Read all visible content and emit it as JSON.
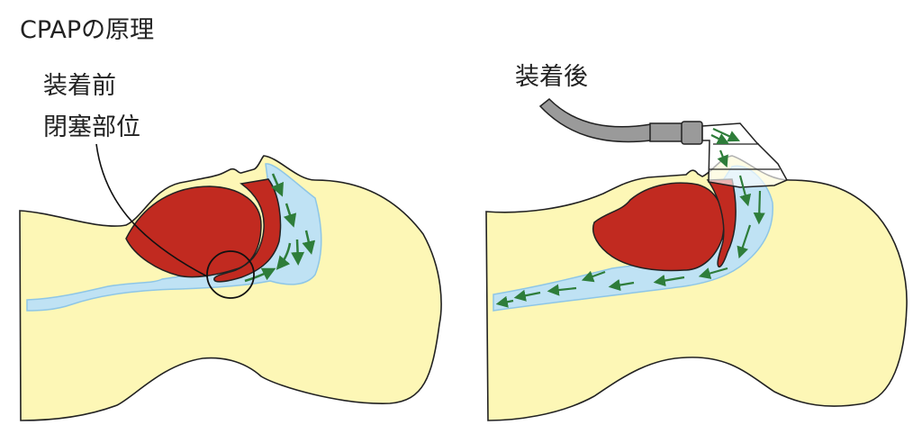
{
  "title": "CPAPの原理",
  "before": {
    "label_line1": "装着前",
    "label_line2": "閉塞部位"
  },
  "after": {
    "label": "装着後"
  },
  "colors": {
    "skin": "#fdf7b6",
    "tissue": "#c12a20",
    "airway": "#bfe2f4",
    "arrow": "#2e7d3a",
    "tube": "#9a9a9a"
  }
}
